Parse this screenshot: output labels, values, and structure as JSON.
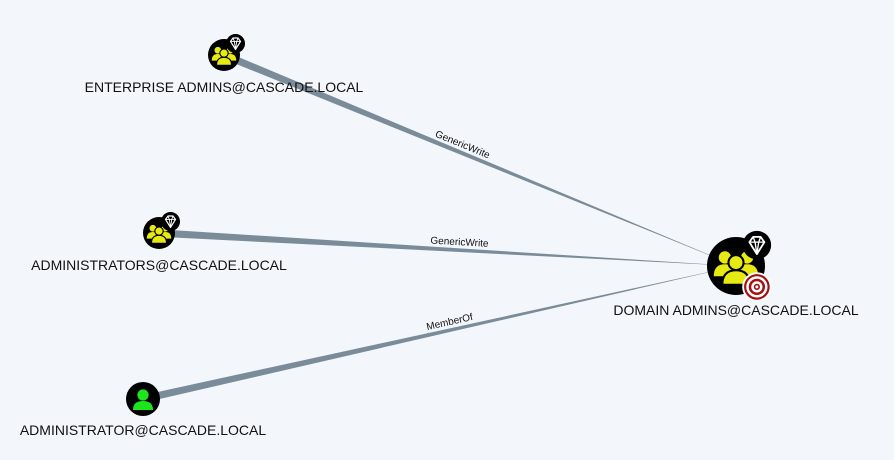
{
  "graph": {
    "nodes": [
      {
        "id": "ea",
        "label": "ENTERPRISE ADMINS@CASCADE.LOCAL",
        "type": "group",
        "icon": "group-icon",
        "badge": "diamond-icon"
      },
      {
        "id": "adm",
        "label": "ADMINISTRATORS@CASCADE.LOCAL",
        "type": "group",
        "icon": "group-icon",
        "badge": "diamond-icon"
      },
      {
        "id": "usr",
        "label": "ADMINISTRATOR@CASCADE.LOCAL",
        "type": "user",
        "icon": "user-icon"
      },
      {
        "id": "da",
        "label": "DOMAIN ADMINS@CASCADE.LOCAL",
        "type": "group",
        "icon": "group-icon",
        "badge": "diamond-icon",
        "target_badge": "target-icon"
      }
    ],
    "edges": [
      {
        "from": "ea",
        "to": "da",
        "label": "GenericWrite"
      },
      {
        "from": "adm",
        "to": "da",
        "label": "GenericWrite"
      },
      {
        "from": "usr",
        "to": "da",
        "label": "MemberOf"
      }
    ]
  },
  "colors": {
    "background": "#f3f6fb",
    "edge": "#7a8c99",
    "group_fill": "#e6ea12",
    "user_fill": "#1de51d",
    "node_bg": "#000000",
    "target": "#a50f0f"
  }
}
